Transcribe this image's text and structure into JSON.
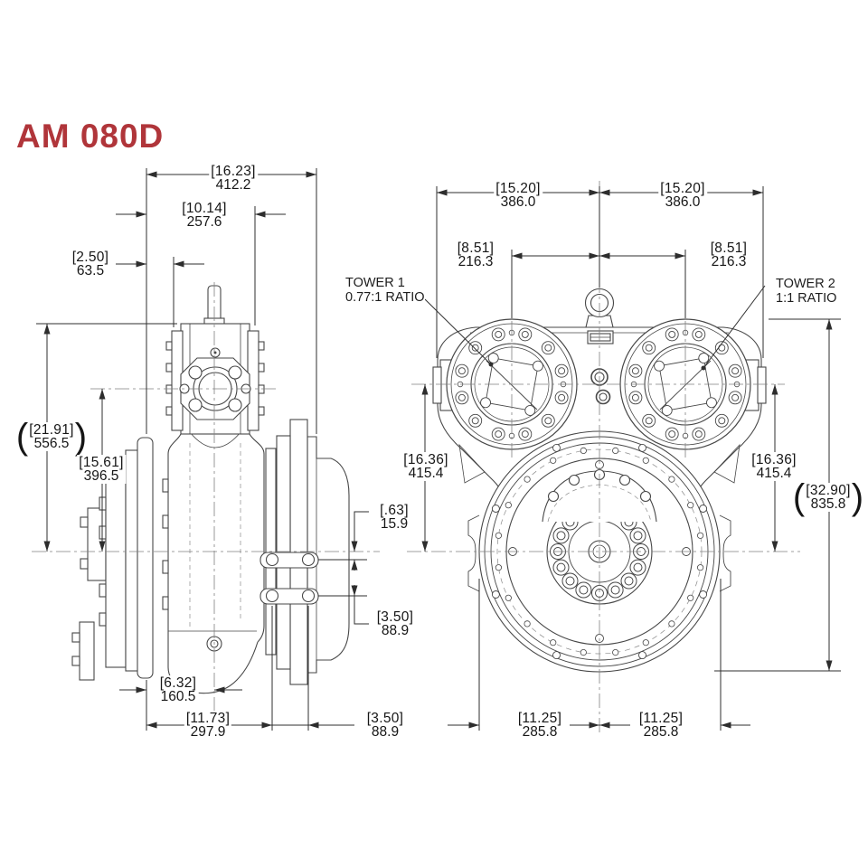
{
  "title": "AM 080D",
  "side_view": {
    "dims": {
      "overall_width": {
        "in": "[16.23]",
        "mm": "412.2"
      },
      "tower_width": {
        "in": "[10.14]",
        "mm": "257.6"
      },
      "top_offset": {
        "in": "[2.50]",
        "mm": "63.5"
      },
      "overall_height": {
        "in": "[21.91]",
        "mm": "556.5",
        "open": "(",
        "close": ")"
      },
      "center_height": {
        "in": "[15.61]",
        "mm": "396.5"
      },
      "lug_offset": {
        "in": "[.63]",
        "mm": "15.9"
      },
      "lug_spacing": {
        "in": "[3.50]",
        "mm": "88.9"
      },
      "face_to_center": {
        "in": "[6.32]",
        "mm": "160.5"
      },
      "face_to_lug": {
        "in": "[11.73]",
        "mm": "297.9"
      },
      "lug_hole_spacing": {
        "in": "[3.50]",
        "mm": "88.9"
      }
    }
  },
  "front_view": {
    "tower1": {
      "name": "TOWER 1",
      "ratio": "0.77:1 RATIO"
    },
    "tower2": {
      "name": "TOWER 2",
      "ratio": "1:1 RATIO"
    },
    "dims": {
      "center_to_left_face": {
        "in": "[15.20]",
        "mm": "386.0"
      },
      "center_to_right_face": {
        "in": "[15.20]",
        "mm": "386.0"
      },
      "tower1_offset": {
        "in": "[8.51]",
        "mm": "216.3"
      },
      "tower2_offset": {
        "in": "[8.51]",
        "mm": "216.3"
      },
      "tower1_height": {
        "in": "[16.36]",
        "mm": "415.4"
      },
      "tower2_height": {
        "in": "[16.36]",
        "mm": "415.4"
      },
      "overall_height": {
        "in": "[32.90]",
        "mm": "835.8",
        "open": "(",
        "close": ")"
      },
      "foot_left": {
        "in": "[11.25]",
        "mm": "285.8"
      },
      "foot_right": {
        "in": "[11.25]",
        "mm": "285.8"
      }
    }
  }
}
